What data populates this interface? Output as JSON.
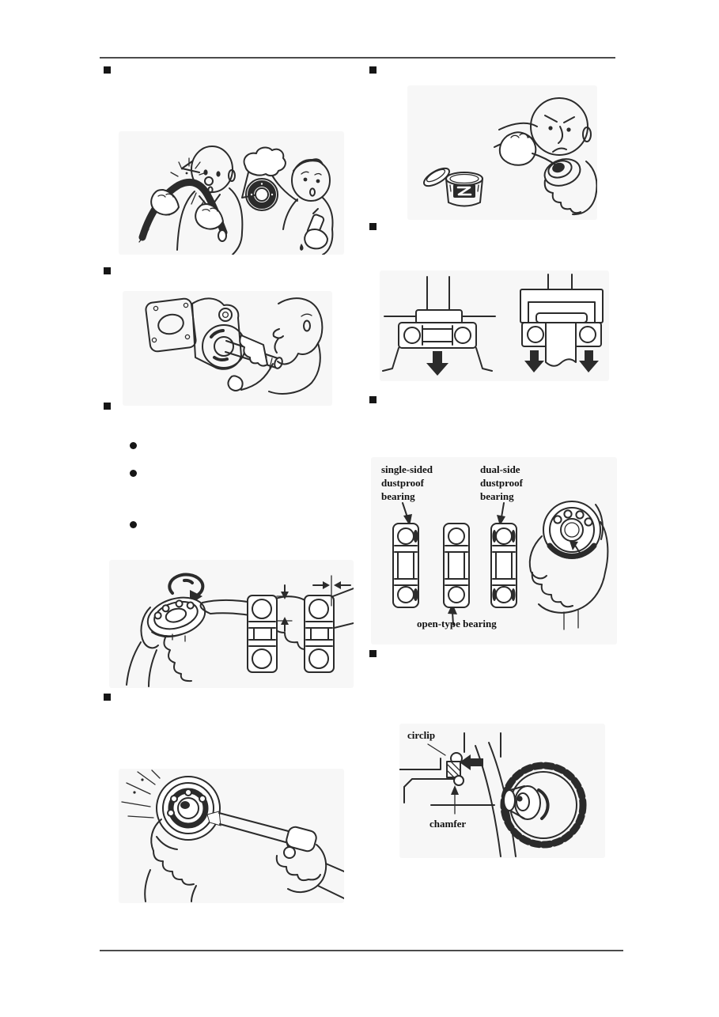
{
  "colors": {
    "ink": "#2b2b2b",
    "rule": "#4c4c4c",
    "figure_bg": "#f7f7f7",
    "page_bg": "#ffffff"
  },
  "icons": {
    "square_bullet": "filled-square",
    "round_bullet": "filled-circle"
  },
  "labels": {
    "single_sided": {
      "line1": "single-sided",
      "line2": "dustproof",
      "line3": "bearing"
    },
    "dual_side": {
      "line1": "dual-side",
      "line2": "dustproof",
      "line3": "bearing"
    },
    "open_type": "open-type bearing",
    "circlip": "circlip",
    "chamfer": "chamfer"
  }
}
